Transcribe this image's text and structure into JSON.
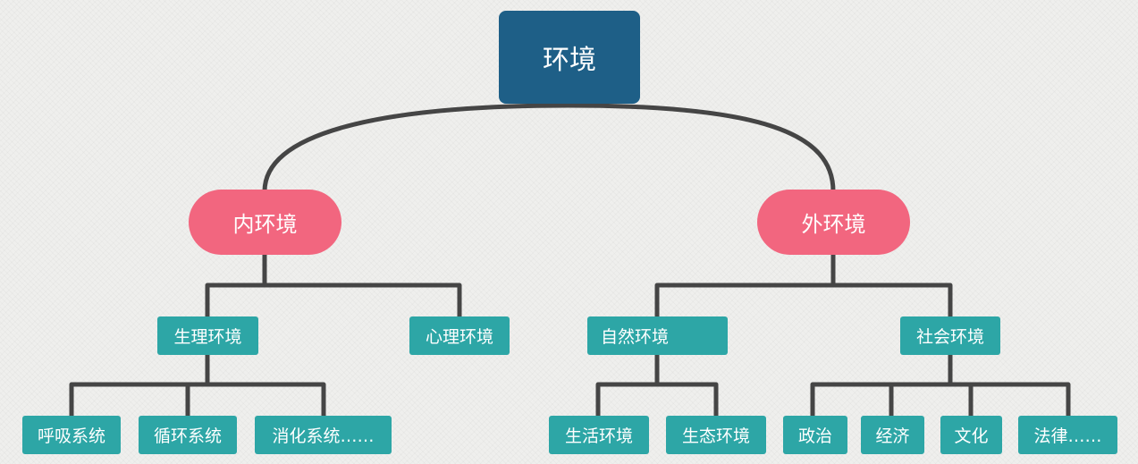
{
  "root": {
    "label": "环境"
  },
  "branches": [
    {
      "label": "内环境",
      "children": [
        {
          "label": "生理环境",
          "children": [
            "呼吸系统",
            "循环系统",
            "消化系统……"
          ]
        },
        {
          "label": "心理环境",
          "children": []
        }
      ]
    },
    {
      "label": "外环境",
      "children": [
        {
          "label": "自然环境",
          "children": [
            "生活环境",
            "生态环境"
          ]
        },
        {
          "label": "社会环境",
          "children": [
            "政治",
            "经济",
            "文化",
            "法律……"
          ]
        }
      ]
    }
  ],
  "colors": {
    "root": "#1e5f87",
    "level1": "#f2667f",
    "level2": "#2da6a6",
    "connector": "#444444"
  }
}
